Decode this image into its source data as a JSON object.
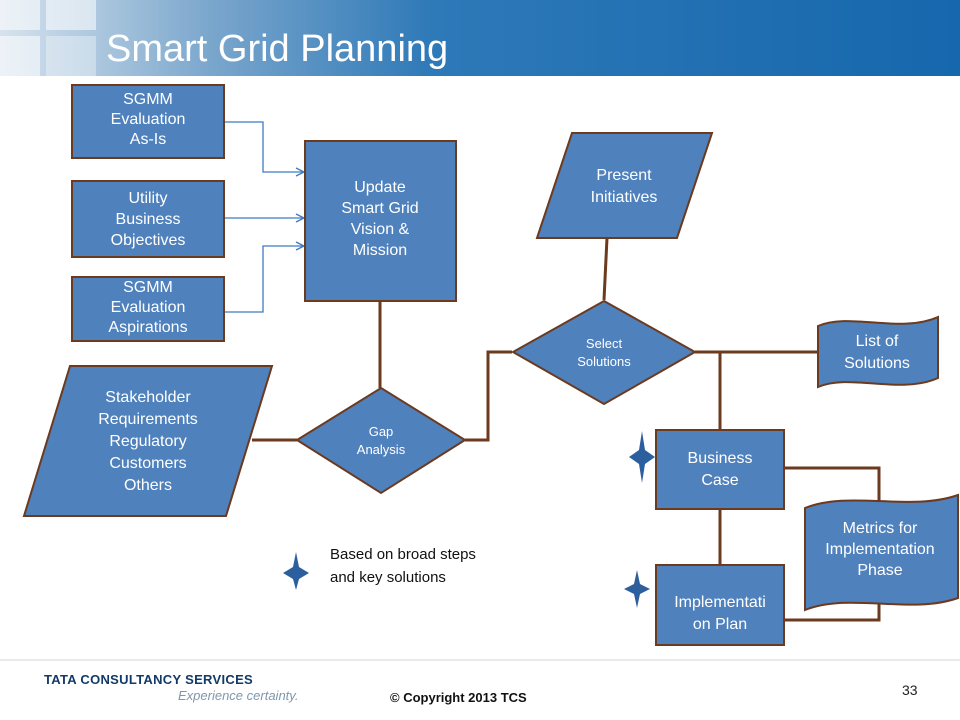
{
  "slide": {
    "title": "Smart Grid Planning",
    "page_number": "33",
    "copyright": "© Copyright 2013 TCS",
    "logo_text": "TATA CONSULTANCY SERVICES",
    "logo_tagline": "Experience certainty."
  },
  "colors": {
    "box_fill": "#4f81bd",
    "box_border": "#6b3a1f",
    "connector": "#6b3a1f",
    "arrow": "#3f7cc0",
    "star": "#2c5f9e"
  },
  "nodes": {
    "sgmm_as_is": [
      "SGMM",
      "Evaluation",
      "As-Is"
    ],
    "utility_objectives": [
      "Utility",
      "Business",
      "Objectives"
    ],
    "sgmm_aspirations": [
      "SGMM",
      "Evaluation",
      "Aspirations"
    ],
    "update_vision": [
      "Update",
      "Smart Grid",
      "Vision &",
      "Mission"
    ],
    "stakeholder": [
      "Stakeholder",
      "Requirements",
      "Regulatory",
      "Customers",
      "Others"
    ],
    "gap_analysis": [
      "Gap",
      "Analysis"
    ],
    "present_initiatives": [
      "Present",
      "Initiatives"
    ],
    "select_solutions": [
      "Select",
      "Solutions"
    ],
    "list_of_solutions": [
      "List of",
      "Solutions"
    ],
    "business_case": [
      "Business",
      "Case"
    ],
    "metrics": [
      "Metrics for",
      "Implementation",
      "Phase"
    ],
    "implementation_plan": [
      "Implementati",
      "on Plan"
    ]
  },
  "legend": {
    "lines": [
      "Based on broad steps",
      "and key solutions"
    ]
  }
}
